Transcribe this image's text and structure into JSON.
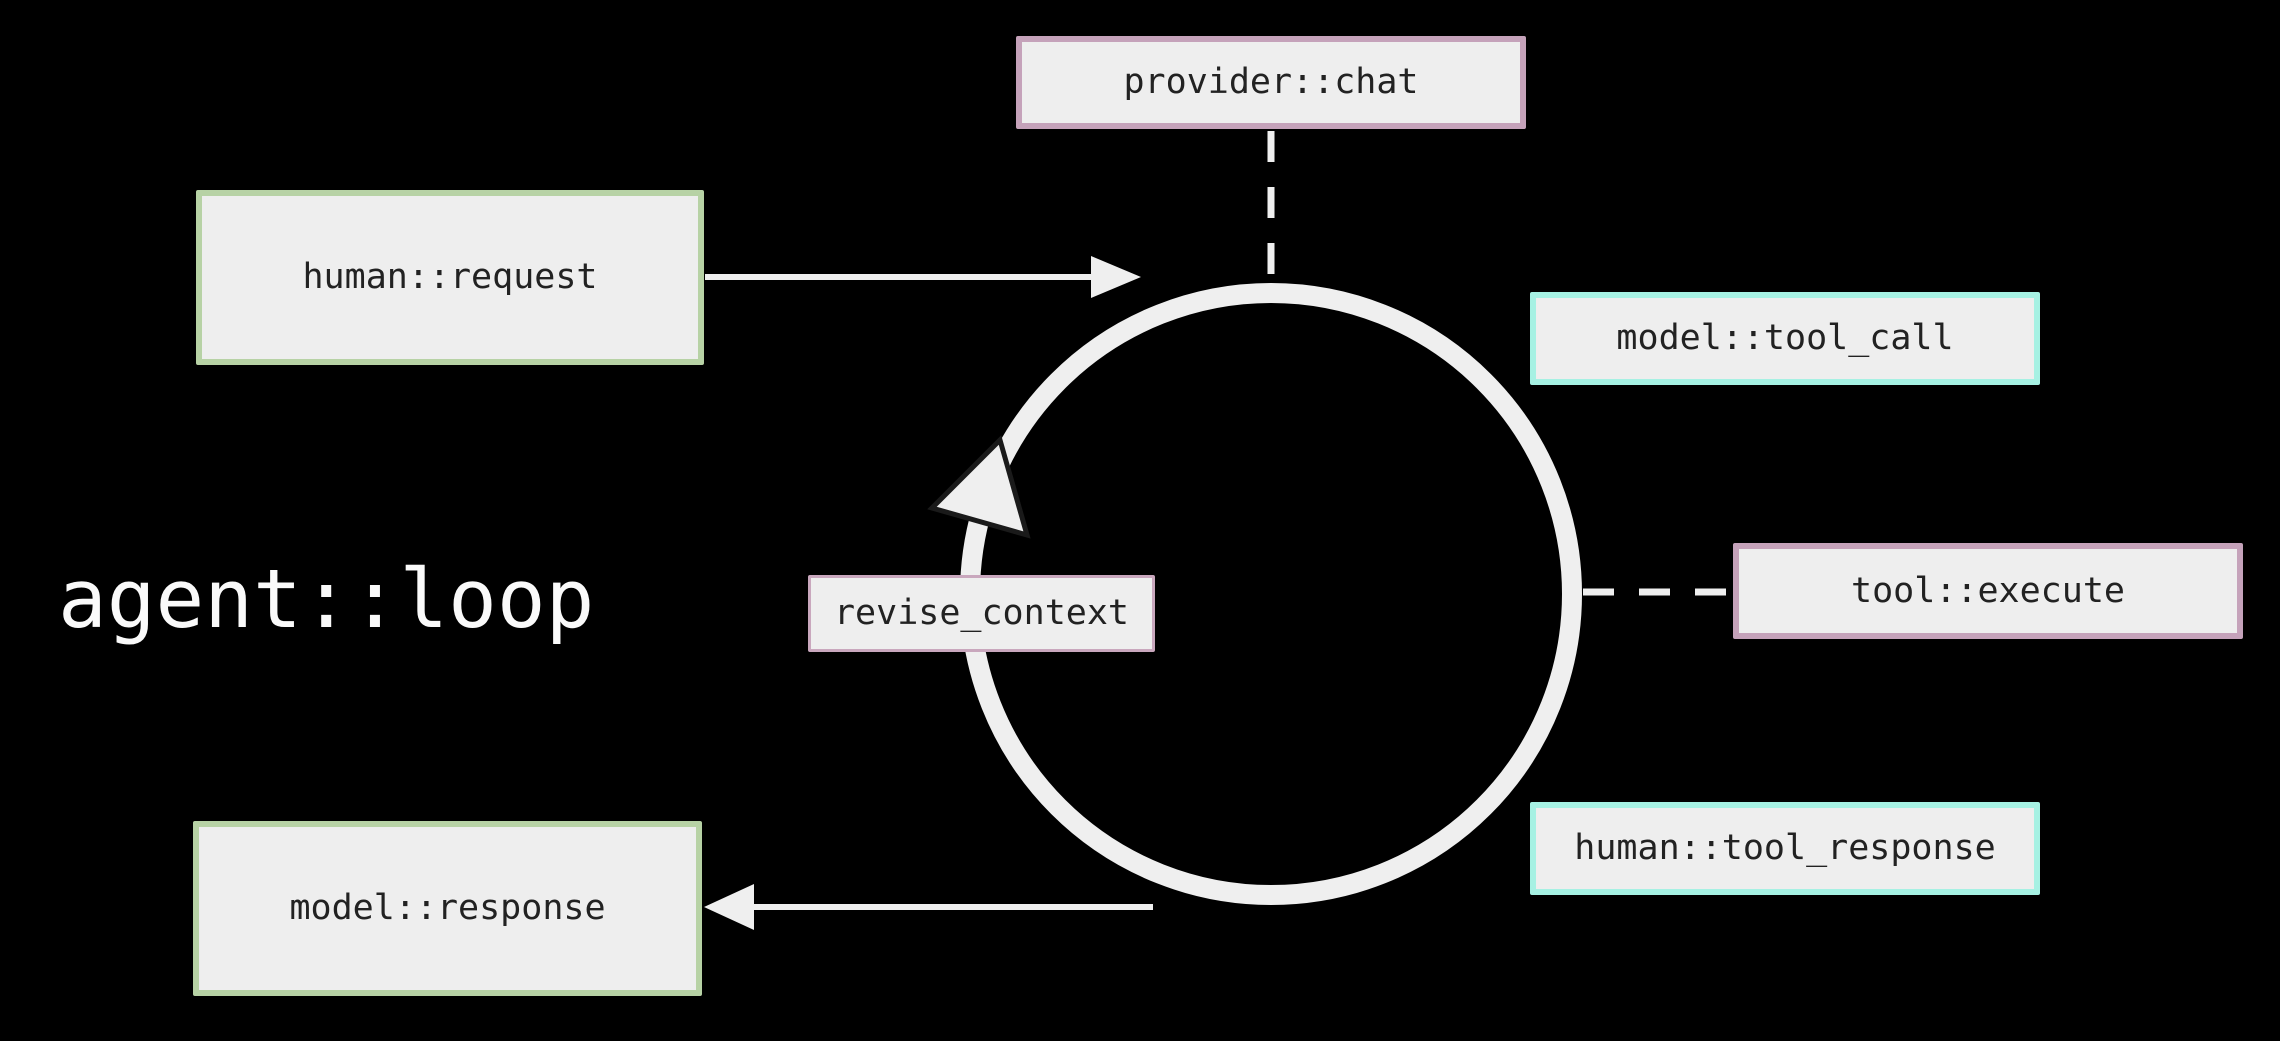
{
  "title": "agent::loop",
  "nodes": {
    "provider_chat": {
      "label": "provider::chat",
      "border_color": "#c5a2ba"
    },
    "human_request": {
      "label": "human::request",
      "border_color": "#b7d2a5"
    },
    "model_tool_call": {
      "label": "model::tool_call",
      "border_color": "#a6f1e3"
    },
    "tool_execute": {
      "label": "tool::execute",
      "border_color": "#c5a2ba"
    },
    "human_tool_response": {
      "label": "human::tool_response",
      "border_color": "#a6f1e3"
    },
    "model_response": {
      "label": "model::response",
      "border_color": "#b7d2a5"
    },
    "revise_context": {
      "label": "revise_context",
      "border_color": "#c9a7bd"
    }
  },
  "edges": [
    {
      "from": "human::request",
      "to": "agent-loop-circle",
      "style": "solid",
      "arrowhead": "right"
    },
    {
      "from": "agent-loop-circle",
      "to": "model::response",
      "style": "solid",
      "arrowhead": "left"
    },
    {
      "from": "provider::chat",
      "to": "agent-loop-circle",
      "style": "dashed",
      "arrowhead": "none"
    },
    {
      "from": "tool::execute",
      "to": "agent-loop-circle",
      "style": "dashed",
      "arrowhead": "none"
    },
    {
      "on": "agent-loop-circle",
      "style": "rotation-arrowhead",
      "position": "upper-left"
    }
  ],
  "colors": {
    "bg": "#000000",
    "box_fill": "#eeeeee",
    "line": "#efefef",
    "text": "#222222",
    "title_text": "#fafafa",
    "arrow_outline": "#1a1a1a",
    "green_border": "#b7d2a5",
    "pink_border": "#c5a2ba",
    "cyan_border": "#a6f1e3"
  }
}
